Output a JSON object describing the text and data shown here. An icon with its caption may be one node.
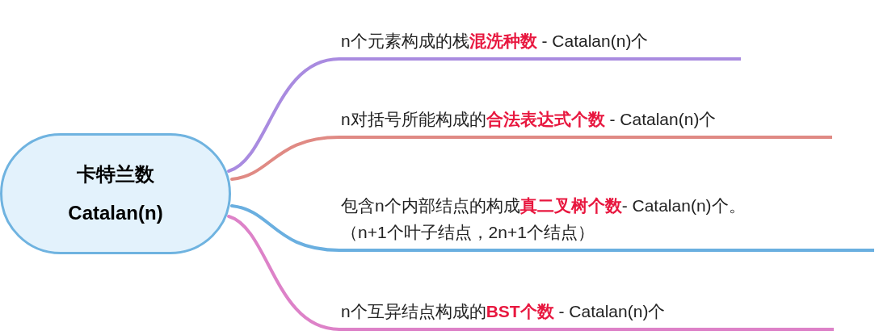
{
  "diagram": {
    "nodes": [
      {
        "text": [
          "卡特兰数",
          "Catalan(n)"
        ]
      },
      {
        "text": [
          "n个元素构成的栈**混洗种数** - Catalan(n)个"
        ]
      },
      {
        "text": [
          "n对括号所能构成的**合法表达式个数** - Catalan(n)个"
        ]
      },
      {
        "text": [
          "包含n个内部结点的构成**真二叉树个数**- Catalan(n)个。",
          "（n+1个叶子结点，2n+1个结点）"
        ]
      },
      {
        "text": [
          "n个互异结点构成的**BST个数** - Catalan(n)个"
        ]
      }
    ],
    "edges": [
      {
        "from": 0,
        "to": 1,
        "arrow": "none",
        "color": "#a98be0"
      },
      {
        "from": 0,
        "to": 2,
        "arrow": "none",
        "color": "#e08a84"
      },
      {
        "from": 0,
        "to": 3,
        "arrow": "none",
        "color": "#6aafe0"
      },
      {
        "from": 0,
        "to": 4,
        "arrow": "none",
        "color": "#dd82c8"
      }
    ]
  }
}
